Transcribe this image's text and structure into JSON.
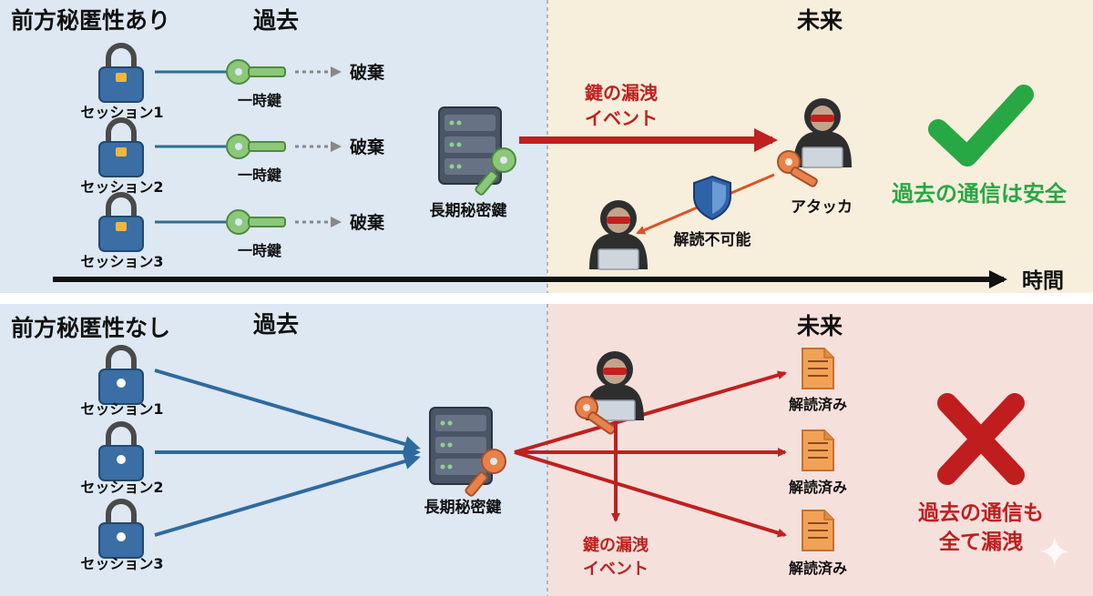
{
  "top": {
    "title": "前方秘匿性あり",
    "past_label": "過去",
    "future_label": "未来",
    "sessions": [
      "セッション1",
      "セッション2",
      "セッション3"
    ],
    "temp_key_label": "一時鍵",
    "discard_label": "破棄",
    "server_label": "長期秘密鍵",
    "leak_label_line1": "鍵の漏洩",
    "leak_label_line2": "イベント",
    "attacker_label": "アタッカ",
    "undecryptable_label": "解読不可能",
    "result_text": "過去の通信は安全",
    "time_label": "時間"
  },
  "bottom": {
    "title": "前方秘匿性なし",
    "past_label": "過去",
    "future_label": "未来",
    "sessions": [
      "セッション1",
      "セッション2",
      "セッション3"
    ],
    "server_label": "長期秘密鍵",
    "leak_label_line1": "鍵の漏洩",
    "leak_label_line2": "イベント",
    "decrypted_labels": [
      "解読済み",
      "解読済み",
      "解読済み"
    ],
    "result_line1": "過去の通信も",
    "result_line2": "全て漏洩"
  },
  "colors": {
    "past_bg": "#dde8f3",
    "future_bg_top": "#f8eedc",
    "future_bg_bottom": "#f6e0dc",
    "lock_blue": "#3a6ea5",
    "key_green": "#8cc87a",
    "key_orange": "#e8824a",
    "leak_red": "#c0201e",
    "success_green": "#27a844",
    "fail_red": "#c01e1e",
    "arrow_blue": "#2e6a9e",
    "doc_orange": "#f2a256"
  }
}
